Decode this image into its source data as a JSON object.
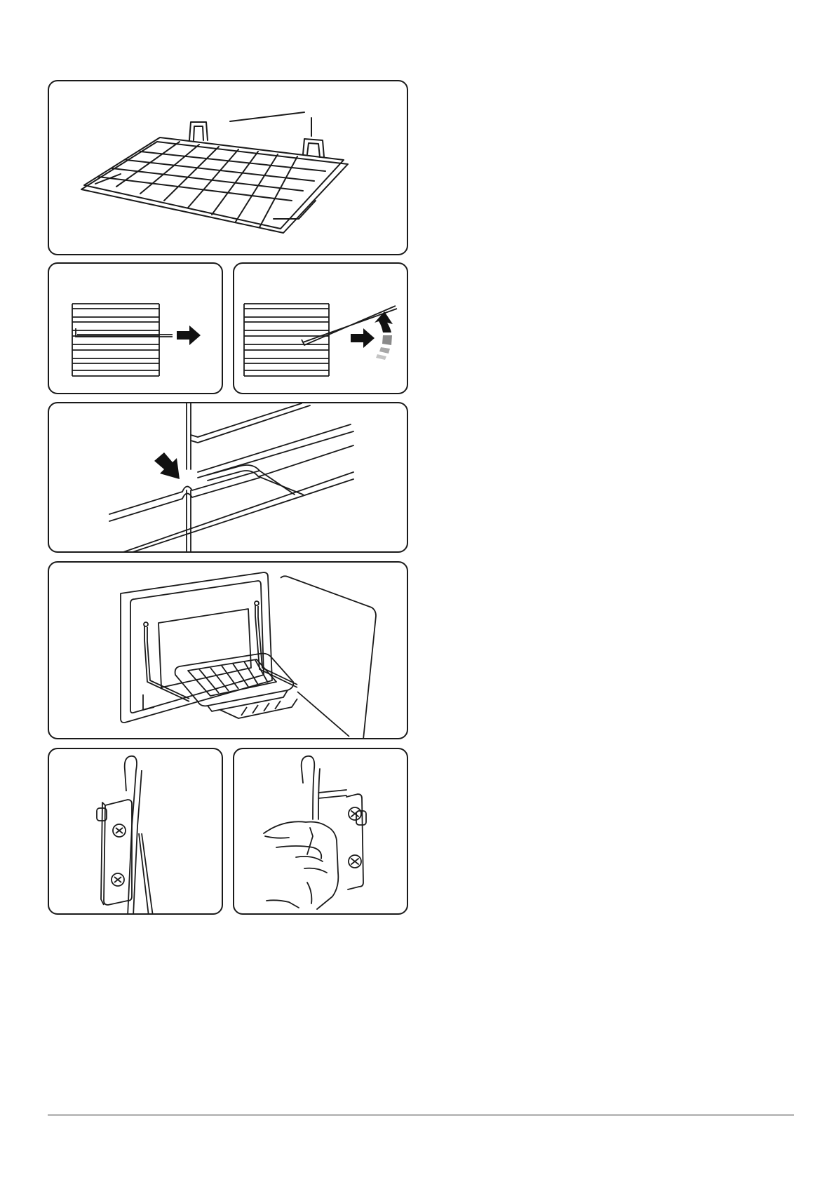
{
  "page": {
    "title": "",
    "figures": [
      {
        "id": "fig-shelf-overview"
      },
      {
        "id": "fig-shelf-slide-out"
      },
      {
        "id": "fig-shelf-tilt-lift"
      },
      {
        "id": "fig-shelf-stop-notch"
      },
      {
        "id": "fig-door-grill-pan"
      },
      {
        "id": "fig-side-rail-hook"
      },
      {
        "id": "fig-side-rail-hand-fitting"
      }
    ]
  },
  "colors": {
    "ink": "#1a1a1a",
    "paper": "#ffffff",
    "arrow": "#111111",
    "arrow_fade": "#8a8a8a"
  },
  "icons": {
    "arrow": "arrow-right-icon",
    "rotate": "rotate-up-icon"
  }
}
